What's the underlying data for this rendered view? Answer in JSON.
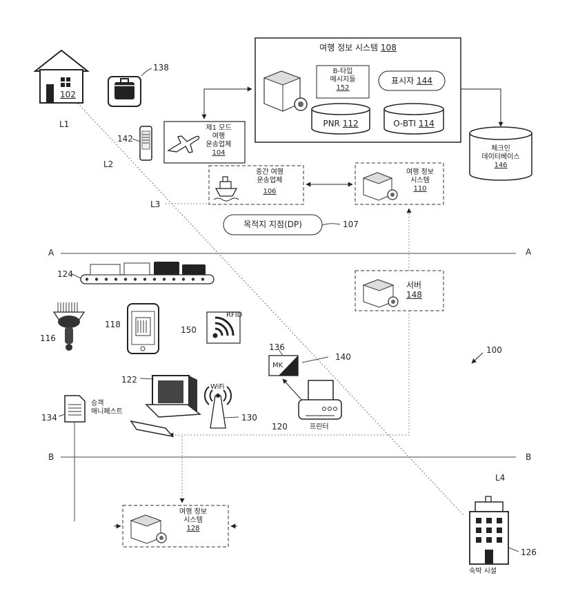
{
  "nodes": {
    "house": {
      "ref": "102"
    },
    "bag": {
      "ref": "138"
    },
    "sys108": {
      "title": "여행 정보 시스템",
      "ref": "108"
    },
    "btype": {
      "line1": "B-타입",
      "line2": "메시지들",
      "ref": "152"
    },
    "indicator": {
      "label": "표시자",
      "ref": "144"
    },
    "pnr": {
      "label": "PNR",
      "ref": "112"
    },
    "obti": {
      "label": "O-BTI",
      "ref": "114"
    },
    "checkin_db": {
      "line1": "체크인",
      "line2": "데이터베이스",
      "ref": "146"
    },
    "carrier104": {
      "line1": "제1 모드",
      "line2": "여행",
      "line3": "운송업체",
      "ref": "104"
    },
    "carrier106": {
      "line1": "중간 여행",
      "line2": "운송업체",
      "ref": "106"
    },
    "sys110": {
      "line1": "여행 정보",
      "line2": "시스템",
      "ref": "110"
    },
    "destination": {
      "label": "목적지 지점(DP)",
      "ref": "107"
    },
    "server": {
      "label": "서버",
      "ref": "148"
    },
    "sys128": {
      "line1": "여행 정보",
      "line2": "시스템",
      "ref": "128"
    },
    "printer": {
      "label": "프린터",
      "ref": "120"
    },
    "hotel": {
      "label": "숙박 시설",
      "ref": "126"
    },
    "manifest": {
      "line1": "승객",
      "line2": "매니페스트",
      "ref": "134"
    },
    "wifi": {
      "label": "WiFi",
      "ref": "130"
    },
    "rfid": {
      "label": "RFID",
      "ref": "150"
    }
  },
  "refs": {
    "phone": "142",
    "conveyor": "124",
    "scanner": "116",
    "mobile": "118",
    "computer": "122",
    "tag": "136",
    "tag_text": "MK",
    "link140": "140",
    "system": "100"
  },
  "locations": {
    "l1": "L1",
    "l2": "L2",
    "l3": "L3",
    "l4": "L4"
  },
  "boundaries": {
    "a": "A",
    "b": "B"
  }
}
